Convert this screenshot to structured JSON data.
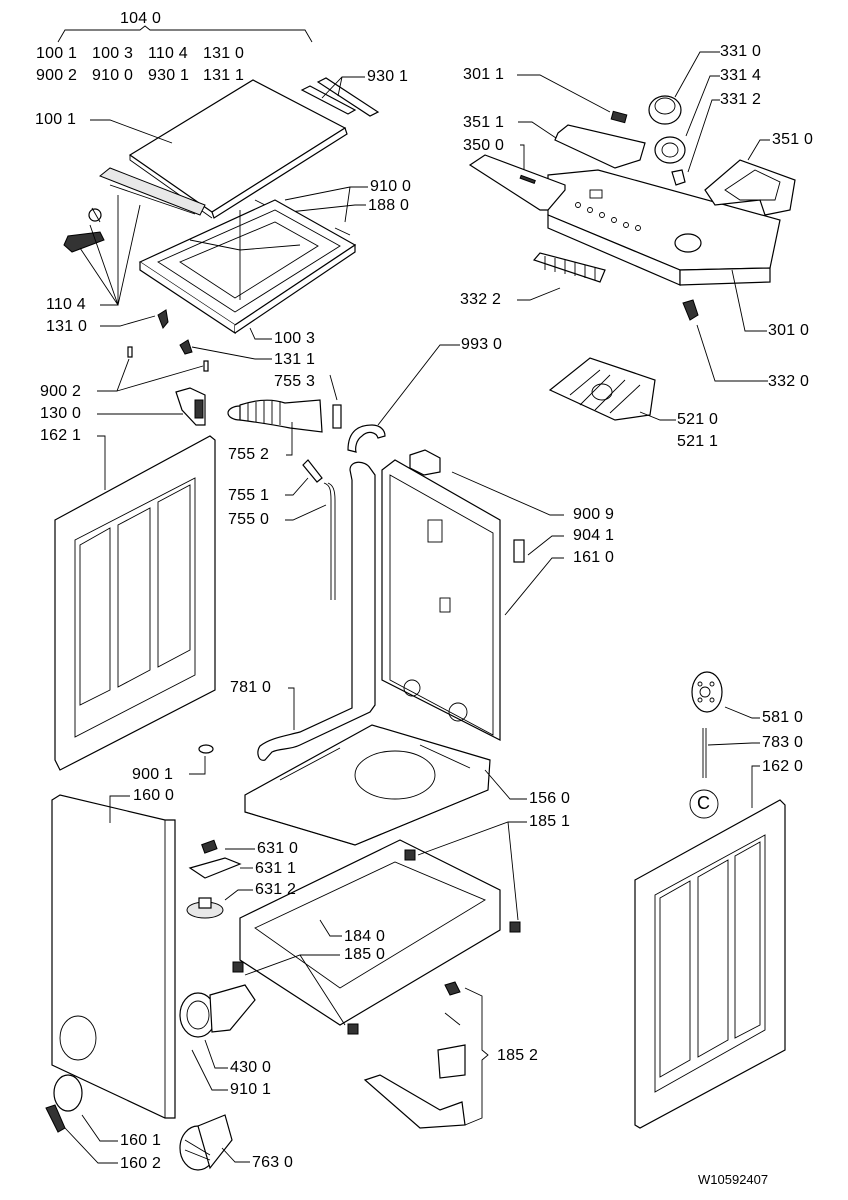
{
  "diagram": {
    "title": "Exploded parts diagram - top-loading washing machine cabinet",
    "document_number": "W10592407",
    "kit": {
      "label": "104 0",
      "contents_row1": [
        "100 1",
        "100 3",
        "110 4",
        "131 0"
      ],
      "contents_row2": [
        "900 2",
        "910 0",
        "930 1",
        "131 1"
      ]
    },
    "callouts": {
      "p9301": "930 1",
      "p1001": "100 1",
      "p9100": "910 0",
      "p1880": "188 0",
      "p1104": "110 4",
      "p1310": "131 0",
      "p1003": "100 3",
      "p1311": "131 1",
      "p7553": "755 3",
      "p9002": "900 2",
      "p1300": "130 0",
      "p1621": "162 1",
      "p7552": "755 2",
      "p7551": "755 1",
      "p7550": "755 0",
      "p9930": "993 0",
      "p3011": "301 1",
      "p3511": "351 1",
      "p3500": "350 0",
      "p3310": "331 0",
      "p3314": "331 4",
      "p3312": "331 2",
      "p3510": "351 0",
      "p3322": "332 2",
      "p3010": "301 0",
      "p3320": "332 0",
      "p5210": "521 0",
      "p5211": "521 1",
      "p9009": "900 9",
      "p9041": "904 1",
      "p1610": "161 0",
      "p7810": "781 0",
      "p9001": "900 1",
      "p1600": "160 0",
      "p1560": "156 0",
      "p1851": "185 1",
      "p6310": "631 0",
      "p6311": "631 1",
      "p6312": "631 2",
      "p1840": "184 0",
      "p1850": "185 0",
      "p5810": "581 0",
      "p7830": "783 0",
      "p1620": "162 0",
      "p4300": "430 0",
      "p9101": "910 1",
      "p1852": "185 2",
      "p1601": "160 1",
      "p1602": "160 2",
      "p7630": "763 0"
    },
    "circle_marker": "C"
  }
}
